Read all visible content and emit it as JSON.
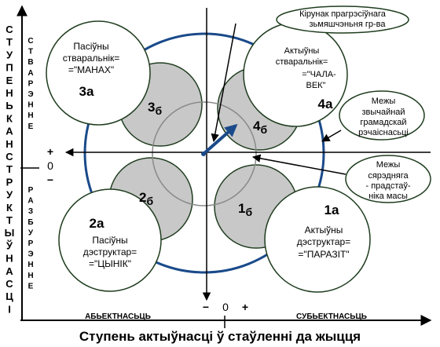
{
  "axes": {
    "x_title": "Ступень актыўнасці ў стаўленні да жыцця",
    "x_left_label": "АБЬЕКТНАСЬЦЬ",
    "x_right_label": "СУБЬЕКТНАСЬЦЬ",
    "x_minus": "−",
    "x_zero": "0",
    "x_plus": "+",
    "y_title_letters": [
      "С",
      "Т",
      "У",
      "П",
      "Е",
      "Н",
      "Ь",
      "К",
      "А",
      "Н",
      "С",
      "Т",
      "Р",
      "У",
      "К",
      "Т",
      "Ы",
      "Ў",
      "Н",
      "А",
      "С",
      "Ц",
      "І"
    ],
    "y_upper_letters": [
      "С",
      "Т",
      "В",
      "А",
      "Р",
      "Э",
      "Н",
      "Н",
      "Е"
    ],
    "y_lower_letters": [
      "Р",
      "А",
      "З",
      "Б",
      "У",
      "Р",
      "Э",
      "Н",
      "Н",
      "Е"
    ],
    "y_plus": "+",
    "y_zero": "0",
    "y_minus": "−"
  },
  "zones": {
    "z3a": {
      "num": "3а",
      "lines": [
        "Пасіўны",
        "стваральнік=",
        "=\"МАНАХ\""
      ]
    },
    "z4a": {
      "num": "4а",
      "lines": [
        "Актыўны",
        "стваральнік=",
        "=\"ЧАЛА-",
        "ВЕК\""
      ]
    },
    "z2a": {
      "num": "2а",
      "lines": [
        "Пасіўны",
        "дэструктар=",
        "=\"ЦЫНІК\""
      ]
    },
    "z1a": {
      "num": "1а",
      "lines": [
        "Актыўны",
        "дэструктар=",
        "=\"ПАРАЗІТ\""
      ]
    },
    "z3b": {
      "digit": "3",
      "sub": "б"
    },
    "z4b": {
      "digit": "4",
      "sub": "б"
    },
    "z2b": {
      "digit": "2",
      "sub": "б"
    },
    "z1b": {
      "digit": "1",
      "sub": "б"
    }
  },
  "callouts": {
    "direction": [
      "Кірунак прагрэсіўнага",
      "зьмяшчэньня гр-ва"
    ],
    "society": [
      "Межы",
      "звычайнай",
      "грамадскай",
      "рэчаіснасьці"
    ],
    "average": [
      "Межы",
      "сярэдняга",
      "- прадстаў-",
      "ніка масы"
    ]
  },
  "colors": {
    "shade": "#c8c8c8",
    "big_circle": "#1a4a8a",
    "arrow": "#1a4a8a",
    "outline": "#1f3d1f"
  }
}
